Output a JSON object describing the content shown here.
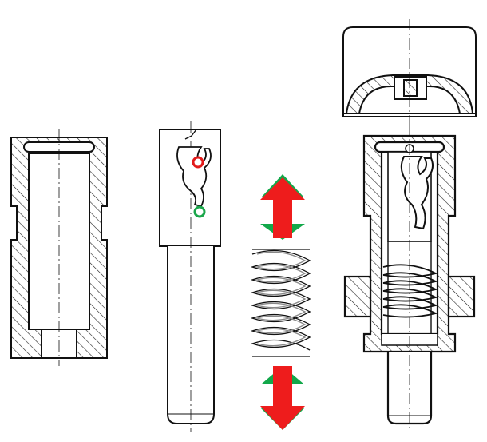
{
  "colors": {
    "ink": "#111111",
    "background": "#ffffff",
    "arrow_red": "#ee1c1c",
    "arrow_green": "#12a84a",
    "marker_red": "#e21b1b",
    "marker_green": "#1aa64a",
    "hatch": "#222222"
  },
  "parts": [
    {
      "name": "sleeve-housing",
      "section": "hatched"
    },
    {
      "name": "cam-plunger",
      "markers": [
        "red-circle",
        "green-circle"
      ]
    },
    {
      "name": "compression-spring",
      "motion": "up-down"
    },
    {
      "name": "cap-housing",
      "section": "hatched"
    },
    {
      "name": "assembled-mechanism",
      "section": "hatched"
    }
  ]
}
